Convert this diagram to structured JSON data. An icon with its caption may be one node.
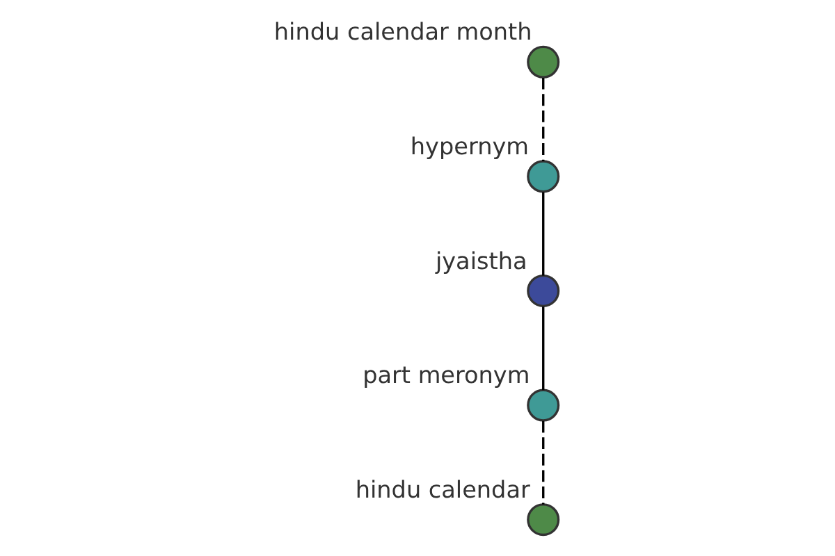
{
  "diagram": {
    "nodes": [
      {
        "text": [
          "hindu calendar month"
        ]
      },
      {
        "text": [
          "hypernym"
        ]
      },
      {
        "text": [
          "jyaistha"
        ]
      },
      {
        "text": [
          "part meronym"
        ]
      },
      {
        "text": [
          "hindu calendar"
        ]
      }
    ],
    "edges": [
      {
        "from": 0,
        "to": 1,
        "arrow": "none",
        "style": "dashed"
      },
      {
        "from": 1,
        "to": 2,
        "arrow": "none"
      },
      {
        "from": 2,
        "to": 3,
        "arrow": "none"
      },
      {
        "from": 3,
        "to": 4,
        "arrow": "none",
        "style": "dashed"
      }
    ]
  }
}
